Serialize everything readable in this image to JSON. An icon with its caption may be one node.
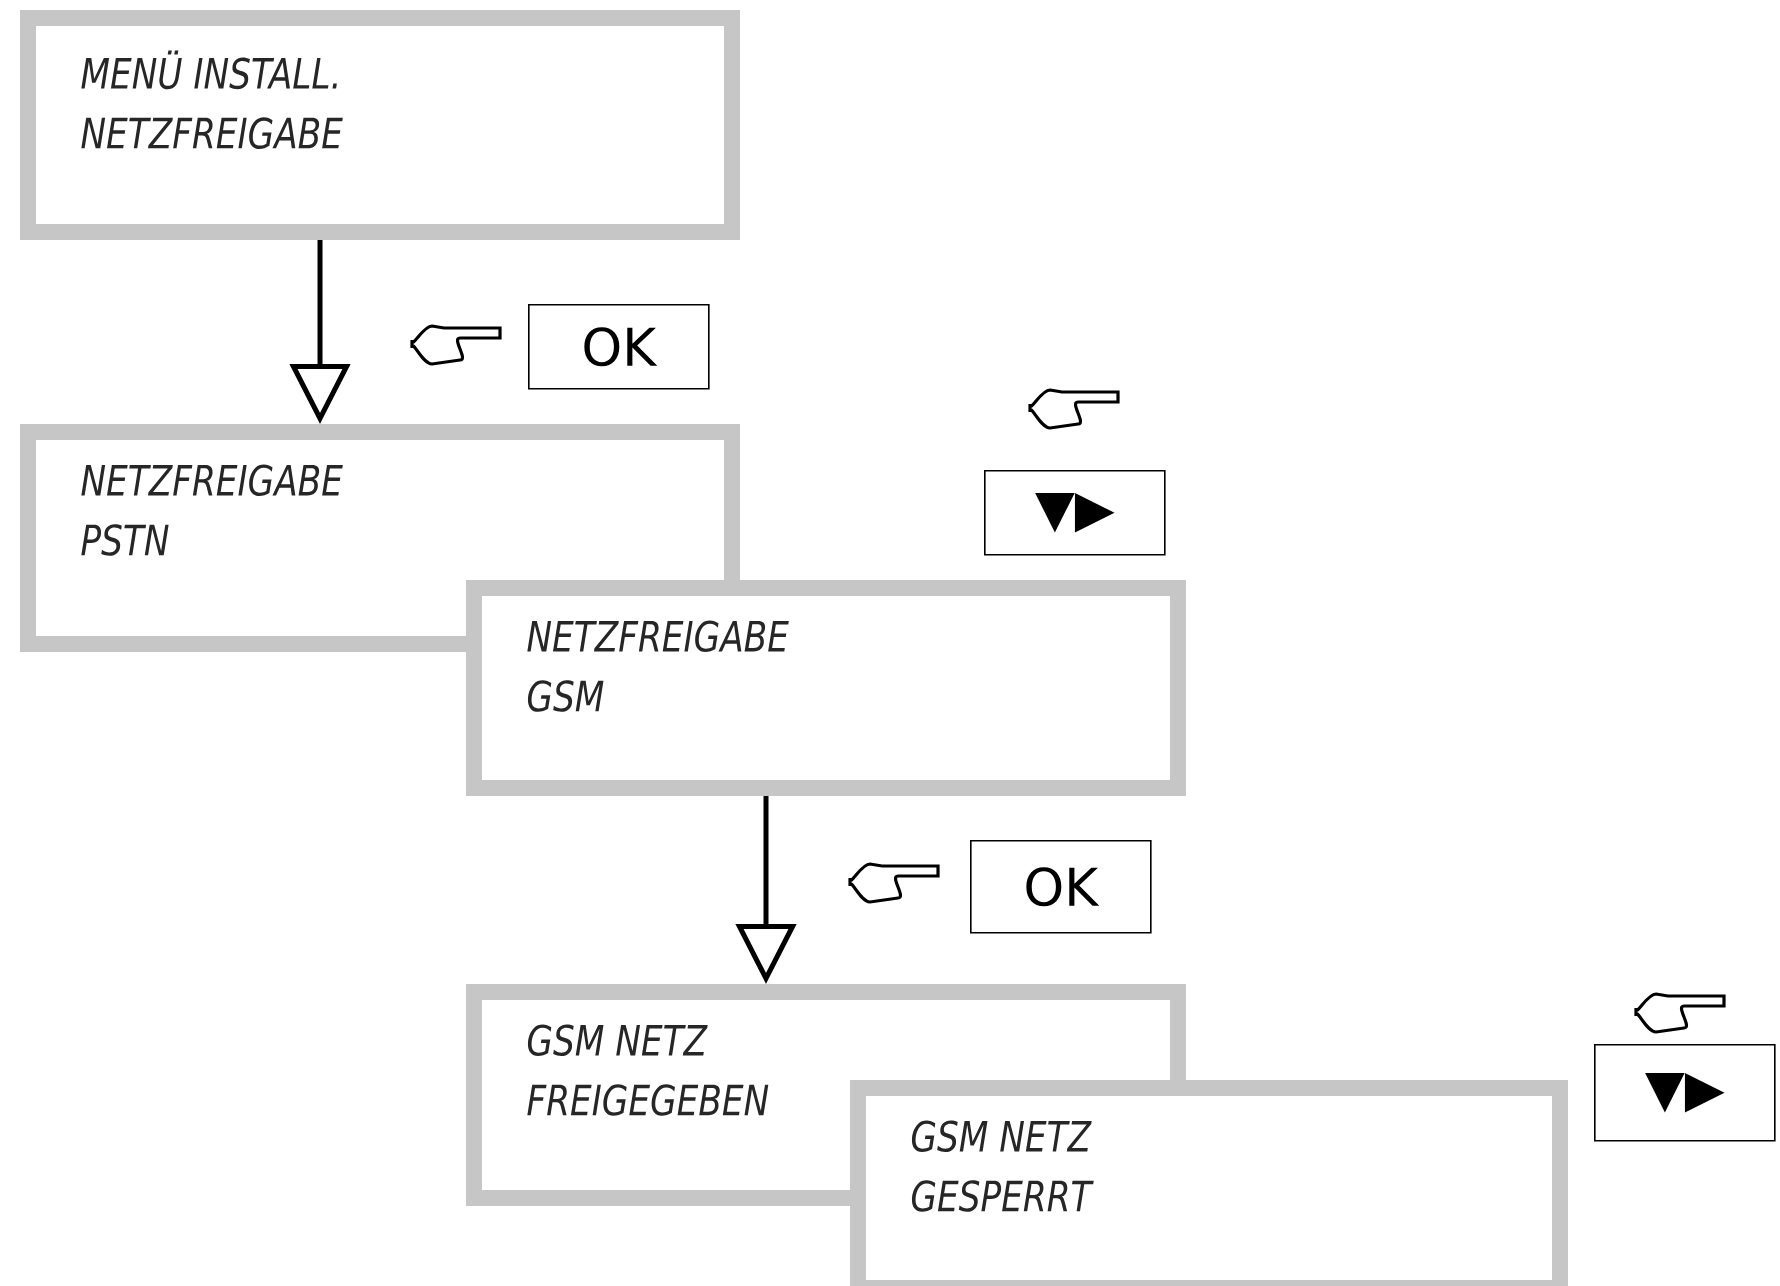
{
  "diagram": {
    "nodes": [
      {
        "text": [
          "MENÜ INSTALL.",
          "NETZFREIGABE"
        ]
      },
      {
        "text": [
          "OK"
        ]
      },
      {
        "text": [
          "NETZFREIGABE",
          "PSTN"
        ]
      },
      {
        "text": [
          "▼▶"
        ]
      },
      {
        "text": [
          "NETZFREIGABE",
          "GSM"
        ]
      },
      {
        "text": [
          "OK"
        ]
      },
      {
        "text": [
          "GSM NETZ",
          "FREIGEGEBEN"
        ]
      },
      {
        "text": [
          "▼▶"
        ]
      },
      {
        "text": [
          "GSM NETZ",
          "GESPERRT"
        ]
      }
    ],
    "edges": [
      {
        "from": 0,
        "to": 2,
        "arrow": "to"
      },
      {
        "from": 4,
        "to": 6,
        "arrow": "to"
      }
    ]
  }
}
